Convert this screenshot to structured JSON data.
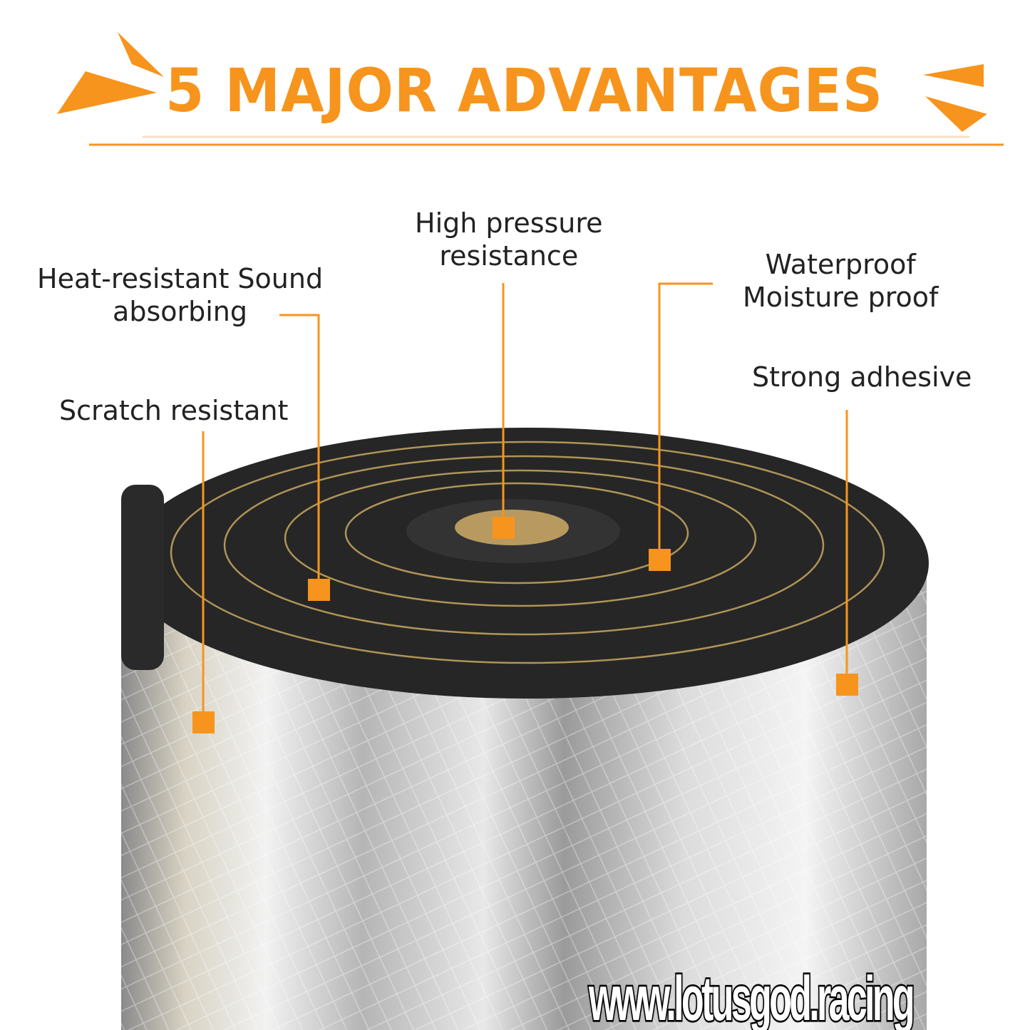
{
  "header": {
    "title": "5 MAJOR ADVANTAGES"
  },
  "callouts": {
    "heat": {
      "line1": "Heat-resistant Sound",
      "line2": "absorbing"
    },
    "scratch": {
      "line1": "Scratch resistant"
    },
    "pressure": {
      "line1": "High pressure",
      "line2": "resistance"
    },
    "water": {
      "line1": "Waterproof",
      "line2": "Moisture proof"
    },
    "adhesive": {
      "line1": "Strong adhesive"
    }
  },
  "watermark": {
    "text": "www.lotusgod.racing"
  },
  "colors": {
    "accent": "#f7941d",
    "text": "#222222",
    "foam": "#2b2b2b",
    "foil": "#c9c9c9"
  }
}
